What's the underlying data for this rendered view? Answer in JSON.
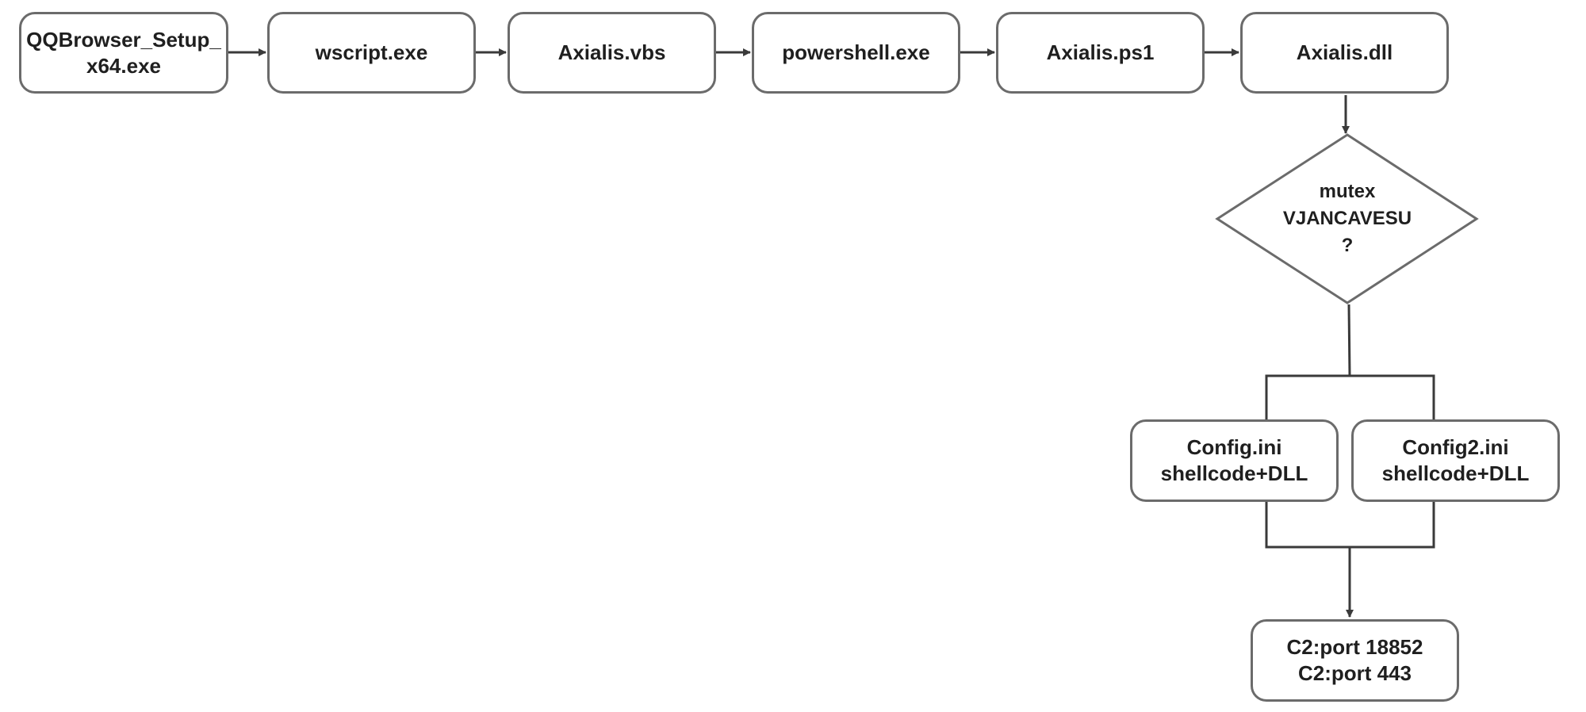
{
  "colors": {
    "stroke": "#6b6b6b",
    "arrow": "#3a3a3a",
    "text": "#1f1f1f",
    "background": "#ffffff"
  },
  "nodes": {
    "qqbrowser": {
      "line1": "QQBrowser_Setup_",
      "line2": "x64.exe"
    },
    "wscript": {
      "label": "wscript.exe"
    },
    "axialis_vbs": {
      "label": "Axialis.vbs"
    },
    "powershell": {
      "label": "powershell.exe"
    },
    "axialis_ps1": {
      "label": "Axialis.ps1"
    },
    "axialis_dll": {
      "label": "Axialis.dll"
    },
    "mutex": {
      "line1": "mutex",
      "line2": "VJANCAVESU",
      "line3": "?"
    },
    "config": {
      "line1": "Config.ini",
      "line2": "shellcode+DLL"
    },
    "config2": {
      "line1": "Config2.ini",
      "line2": "shellcode+DLL"
    },
    "c2": {
      "line1": "C2:port 18852",
      "line2": "C2:port 443"
    }
  }
}
